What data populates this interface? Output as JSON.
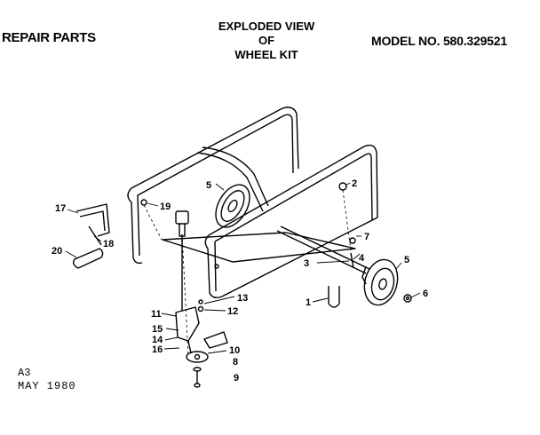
{
  "header": {
    "left": "REPAIR PARTS",
    "center_lines": [
      "EXPLODED VIEW",
      "OF",
      "WHEEL KIT"
    ],
    "right": "MODEL NO. 580.329521"
  },
  "footer": {
    "code": "A3",
    "date": "MAY 1980"
  },
  "parts": {
    "p1": "1",
    "p2": "2",
    "p3": "3",
    "p4": "4",
    "p5a": "5",
    "p5b": "5",
    "p6": "6",
    "p7": "7",
    "p8": "8",
    "p9": "9",
    "p10": "10",
    "p11": "11",
    "p12": "12",
    "p13": "13",
    "p14": "14",
    "p15": "15",
    "p16": "16",
    "p17": "17",
    "p18": "18",
    "p19": "19",
    "p20": "20"
  }
}
